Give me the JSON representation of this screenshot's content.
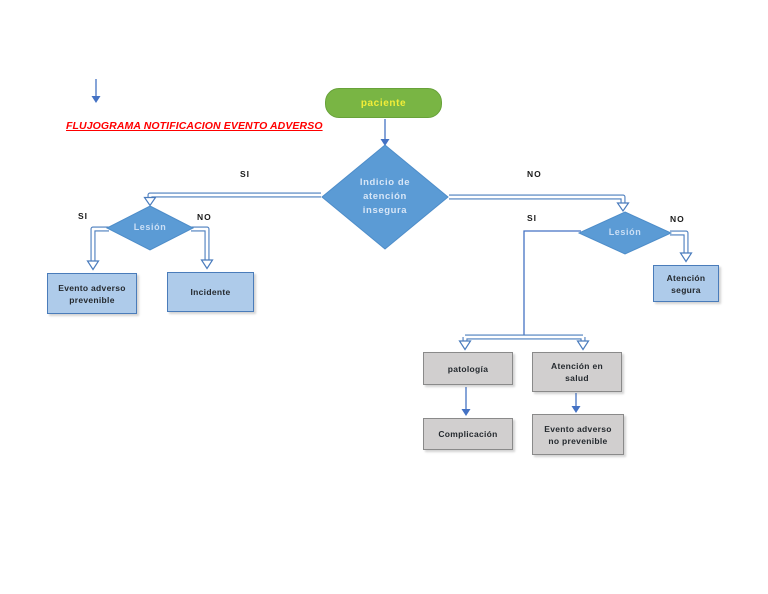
{
  "title": "FLUJOGRAMA NOTIFICACION EVENTO ADVERSO",
  "flowchart": {
    "start": {
      "label": "paciente"
    },
    "decision_main": {
      "lines": [
        "Indicio de",
        "atención",
        "insegura"
      ]
    },
    "decision_lesion_left": {
      "label": "Lesión"
    },
    "decision_lesion_right": {
      "label": "Lesión"
    },
    "branch_labels": {
      "main_si": "SI",
      "main_no": "NO",
      "lesion_left_si": "SI",
      "lesion_left_no": "NO",
      "lesion_right_si": "SI",
      "lesion_right_no": "NO"
    },
    "boxes": {
      "evento_adverso_prevenible": {
        "lines": [
          "Evento adverso",
          "prevenible"
        ]
      },
      "incidente": {
        "label": "Incidente"
      },
      "atencion_segura": {
        "lines": [
          "Atención",
          "segura"
        ]
      },
      "patologia": {
        "label": "patología"
      },
      "atencion_en_salud": {
        "lines": [
          "Atención en",
          "salud"
        ]
      },
      "complicacion": {
        "label": "Complicación"
      },
      "evento_adverso_no_prevenible": {
        "lines": [
          "Evento adverso",
          "no prevenible"
        ]
      }
    }
  },
  "colors": {
    "diamond_blue": "#5b9bd5",
    "connector_blue": "#4472c4",
    "box_blue_fill": "#aecbea",
    "box_blue_border": "#4a7cba",
    "box_gray_fill": "#d1cfcf",
    "box_gray_border": "#8a8a8a",
    "start_green": "#79b544",
    "start_text_yellow": "#f2ee38",
    "title_red": "#ff0000"
  }
}
